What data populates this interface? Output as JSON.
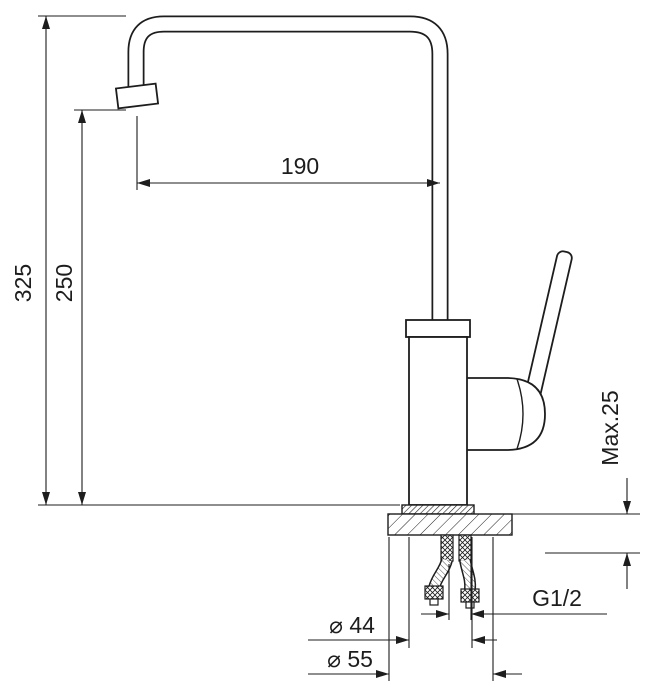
{
  "colors": {
    "ink": "#1d1d1d",
    "background": "#ffffff"
  },
  "drawing": {
    "dim_total_height": "325",
    "dim_spout_height": "250",
    "dim_spout_reach": "190",
    "dim_max_deck": "Max.25",
    "dim_thread": "G1/2",
    "dim_dia_44": "⌀ 44",
    "dim_dia_55": "⌀ 55"
  }
}
